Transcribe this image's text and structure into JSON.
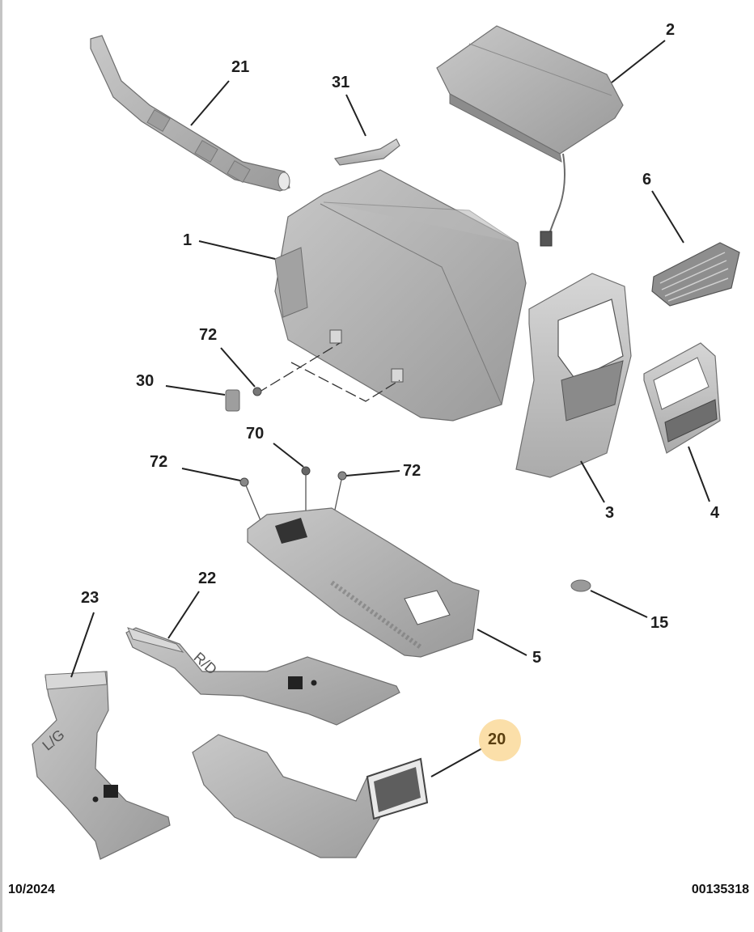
{
  "diagram": {
    "type": "exploded-parts-view",
    "subject": "rear centre console / armrest assembly with air ducts",
    "highlight_color": "#fbdca0",
    "part_color": "#a9a9a9",
    "label_color": "#1e1e1e"
  },
  "callouts": [
    {
      "id": "c21",
      "label": "21",
      "part": "front air duct (long)"
    },
    {
      "id": "c31",
      "label": "31",
      "part": "trim strip"
    },
    {
      "id": "c2",
      "label": "2",
      "part": "armrest lid"
    },
    {
      "id": "c1",
      "label": "1",
      "part": "console storage box"
    },
    {
      "id": "c6",
      "label": "6",
      "part": "air vent grille"
    },
    {
      "id": "c72a",
      "label": "72",
      "part": "screw"
    },
    {
      "id": "c30",
      "label": "30",
      "part": "cover cap"
    },
    {
      "id": "c70",
      "label": "70",
      "part": "nut"
    },
    {
      "id": "c72b",
      "label": "72",
      "part": "screw"
    },
    {
      "id": "c72c",
      "label": "72",
      "part": "screw"
    },
    {
      "id": "c3",
      "label": "3",
      "part": "rear console end panel"
    },
    {
      "id": "c4",
      "label": "4",
      "part": "rear vent bezel"
    },
    {
      "id": "c22",
      "label": "22",
      "part": "right air duct (R/D)"
    },
    {
      "id": "c23",
      "label": "23",
      "part": "left air duct (L/G)"
    },
    {
      "id": "c15",
      "label": "15",
      "part": "clip"
    },
    {
      "id": "c5",
      "label": "5",
      "part": "console base bracket"
    },
    {
      "id": "c20",
      "label": "20",
      "part": "rear air duct",
      "highlighted": true
    }
  ],
  "duct_markings": {
    "right": "R/D",
    "left": "L/G"
  },
  "footer": {
    "date": "10/2024",
    "reference": "00135318"
  }
}
